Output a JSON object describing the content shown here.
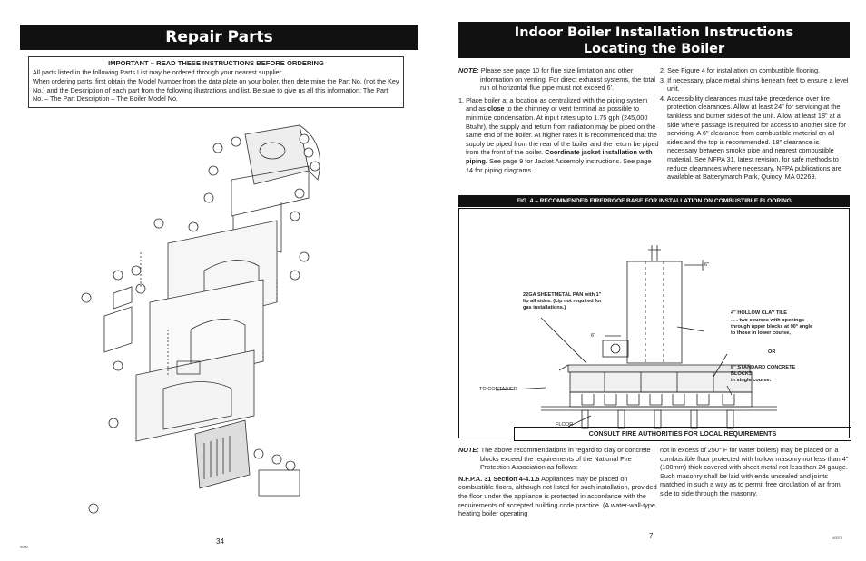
{
  "left_page": {
    "title": "Repair Parts",
    "important_heading": "IMPORTANT – READ THESE INSTRUCTIONS BEFORE ORDERING",
    "important_p1": "All parts listed in the following Parts List may be ordered through your nearest supplier.",
    "important_p2": "When ordering parts, first obtain the Model Number from the data plate on your boiler, then determine the Part No. (not the Key No.) and the Description of each part from the following illustrations and list. Be sure to give us all this information: The Part No. – The Part Description – The Boiler Model No.",
    "page_number": "34",
    "footer_code": "0000"
  },
  "right_page": {
    "title_line1": "Indoor Boiler Installation Instructions",
    "title_line2": "Locating the Boiler",
    "note_label": "NOTE:",
    "note_text": "Please see page 10 for flue size limitation and other information on venting. For direct exhaust systems, the total run of horizontal flue pipe must not exceed 6'.",
    "item1_a": "1. Place boiler at a location as centralized with the piping system and as ",
    "item1_close": "close",
    "item1_b": " to the chimney or vent terminal as possible to minimize condensation. At input rates up to 1.75 gph (245,000 Btu/hr), the supply and return from radiation may be piped on the same end of the boiler. At higher rates it is recommended that the supply be piped from the rear of the boiler and the return be piped from the front of the boiler. ",
    "item1_bold": "Coordinate jacket installation with piping.",
    "item1_c": " See page 9 for Jacket Assembly instructions. See page 14 for piping diagrams.",
    "item2": "2. See Figure 4 for installation on combustible flooring.",
    "item3": "3. If necessary, place metal shims beneath feet to ensure a level unit.",
    "item4": "4. Accessibility clearances must take precedence over fire protection clearances. Allow at least 24\" for servicing at the tankless and burner sides of the unit. Allow at least 18\" at a side where passage is required for access to another side for servicing. A 6\" clearance from combustible material on all sides and the top is recommended. 18\" clearance is necessary between smoke pipe and nearest combustible material. See NFPA 31, latest revision, for safe methods to reduce clearances where necessary. NFPA publications are available at Batterymarch Park, Quincy, MA 02269.",
    "fig_title": "FIG. 4 – RECOMMENDED FIREPROOF BASE FOR INSTALLATION ON COMBUSTIBLE FLOORING",
    "consult": "CONSULT FIRE AUTHORITIES FOR LOCAL REQUIREMENTS",
    "fig_labels": {
      "pan": "22GA SHEETMETAL PAN with 1\" lip all sides. (Lip not required for gas installations.)",
      "six_top": "6\"",
      "six_side": "6\"",
      "tile": "4\" HOLLOW CLAY TILE",
      "tile_sub": ". . . two courses with openings through upper blocks at 90° angle to those in lower course,",
      "or": "OR",
      "blocks": "8\" STANDARD CONCRETE BLOCKS",
      "blocks_sub": "in single course.",
      "container": "TO CONTAINER",
      "floor": "FLOOR"
    },
    "note2_label": "NOTE:",
    "note2_text": "The above recommendations in regard to clay or concrete blocks exceed the requirements of the National Fire Protection Association as follows:",
    "nfpa_label": "N.F.P.A. 31 Section 4-4.1.5",
    "nfpa_text": " Appliances may be placed on combustible floors, although not listed for such installation, provided the floor under the appliance is protected in accordance with the requirements of accepted building code practice. (A water-wall-type heating boiler operating",
    "col2_text": "not in excess of 250° F for water boilers) may be placed on a combustible floor protected with hollow masonry not less than 4\" (100mm) thick covered with sheet metal not less than 24 gauge. Such masonry shall be laid with ends unsealed and joints matched in such a way as to permit free circulation of air from side to side through the masonry.",
    "page_number": "7",
    "footer_code": "40076"
  },
  "colors": {
    "bar": "#111111",
    "text": "#222222",
    "paper": "#ffffff"
  }
}
